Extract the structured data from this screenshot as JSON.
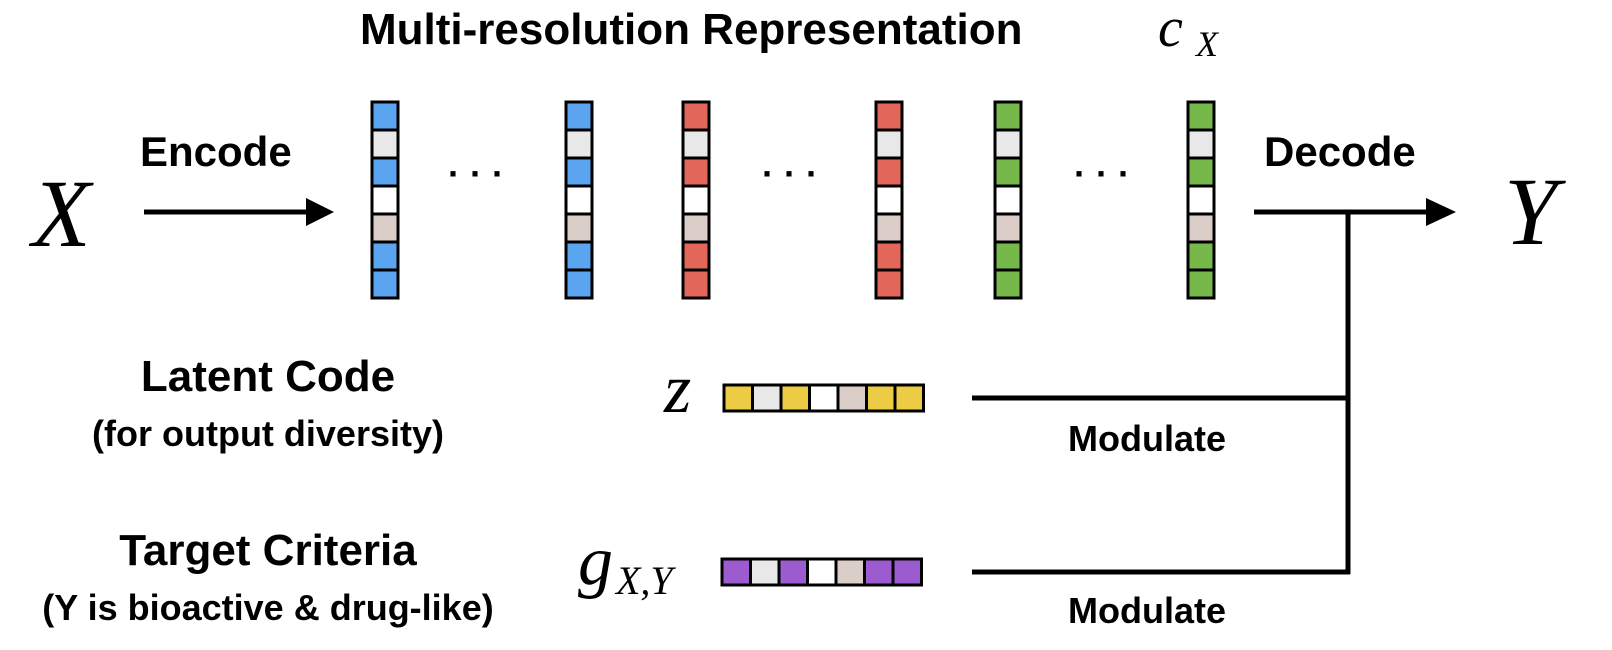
{
  "title": {
    "text": "Multi-resolution Representation",
    "symbol_base": "c",
    "symbol_sub": "X"
  },
  "input": {
    "symbol": "X",
    "arrow_label": "Encode"
  },
  "output": {
    "symbol": "Y",
    "arrow_label": "Decode"
  },
  "ellipsis": "· · ·",
  "colors": {
    "blue": "#5aa4f0",
    "red": "#e2665a",
    "green": "#76b94a",
    "yellow": "#eccb45",
    "purple": "#9c5ccf",
    "light_gray": "#e8e8e8",
    "white": "#ffffff",
    "beige": "#dbcdc7"
  },
  "vectors": [
    {
      "name": "vector-blue-1",
      "color": "blue"
    },
    {
      "name": "vector-blue-2",
      "color": "blue"
    },
    {
      "name": "vector-red-1",
      "color": "red"
    },
    {
      "name": "vector-red-2",
      "color": "red"
    },
    {
      "name": "vector-green-1",
      "color": "green"
    },
    {
      "name": "vector-green-2",
      "color": "green"
    }
  ],
  "vector_cell_pattern": [
    "accent",
    "light_gray",
    "accent",
    "white",
    "beige",
    "accent",
    "accent"
  ],
  "latent": {
    "title": "Latent Code",
    "subtitle": "(for output diversity)",
    "symbol": "z",
    "color": "yellow",
    "modulate_label": "Modulate"
  },
  "target": {
    "title": "Target Criteria",
    "subtitle": "(Y is bioactive & drug-like)",
    "symbol_base": "g",
    "symbol_sub": "X,Y",
    "color": "purple",
    "modulate_label": "Modulate"
  }
}
